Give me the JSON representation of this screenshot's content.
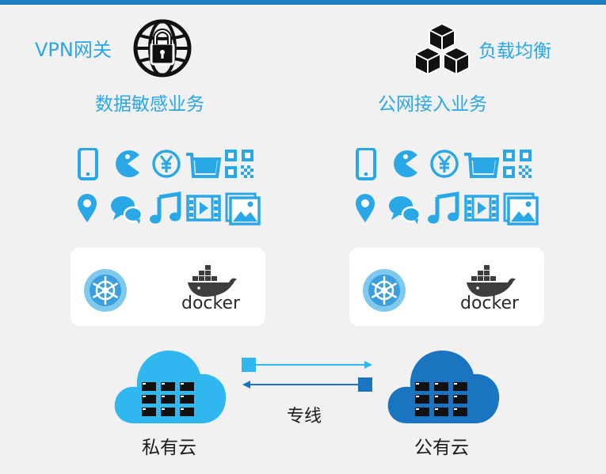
{
  "top_bar_color": "#1f7dc2",
  "accent_color": "#2aa7e6",
  "private_cloud_color": "#31b7ef",
  "public_cloud_color": "#1b74bf",
  "header": {
    "vpn_gateway_label": "VPN网关",
    "load_balancer_label": "负载均衡"
  },
  "left": {
    "title": "数据敏感业务",
    "cloud_label": "私有云",
    "platform": {
      "k8s_icon": "kubernetes-icon",
      "docker_label": "docker"
    }
  },
  "right": {
    "title": "公网接入业务",
    "cloud_label": "公有云",
    "platform": {
      "k8s_icon": "kubernetes-icon",
      "docker_label": "docker"
    }
  },
  "link": {
    "label": "专线"
  },
  "app_icons": [
    "phone-icon",
    "pacman-icon",
    "yuan-icon",
    "cart-icon",
    "qrcode-icon",
    "location-pin-icon",
    "chat-icon",
    "music-icon",
    "video-icon",
    "image-icon"
  ]
}
